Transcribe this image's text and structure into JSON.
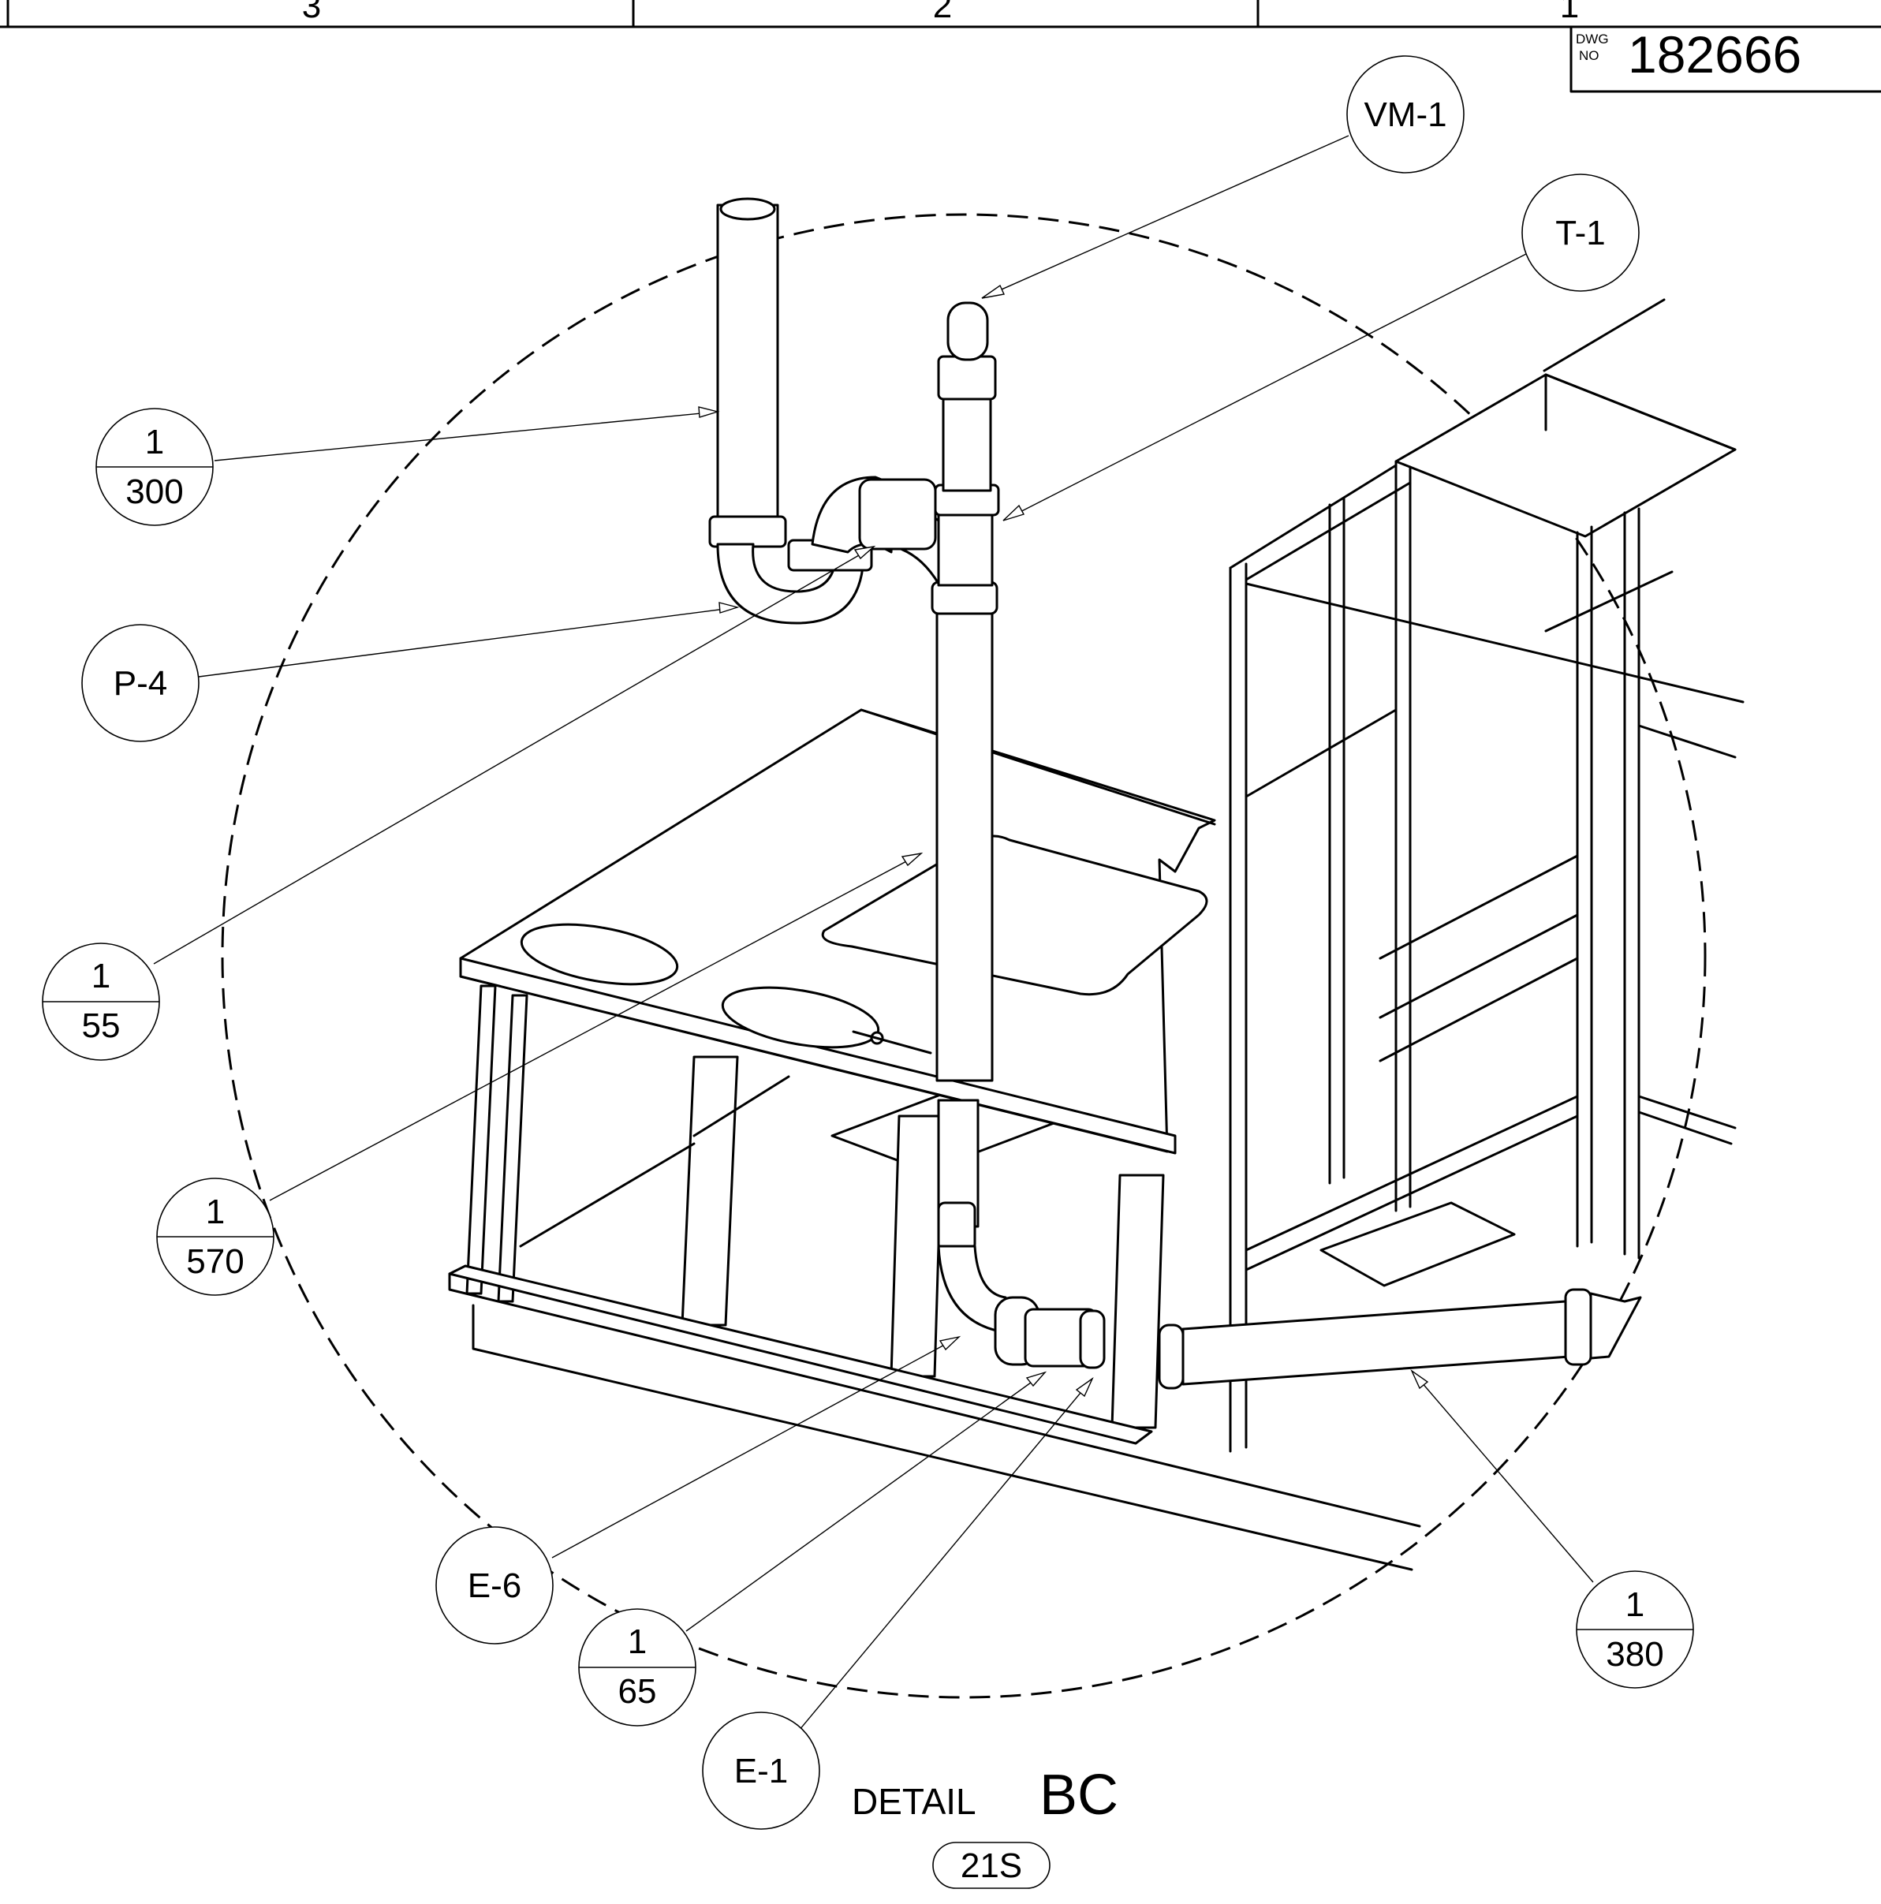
{
  "title_block": {
    "zone_labels": [
      "3",
      "2",
      "1"
    ],
    "dwg_label_top": "DWG",
    "dwg_label_bottom": "NO",
    "dwg_number": "182666"
  },
  "detail": {
    "label_word": "DETAIL",
    "label_id": "BC",
    "sheet_ref": "21S"
  },
  "callouts": {
    "vm1": "VM-1",
    "t1": "T-1",
    "p4": "P-4",
    "e6": "E-6",
    "e1": "E-1",
    "fr300": {
      "num": "1",
      "den": "300"
    },
    "fr55": {
      "num": "1",
      "den": "55"
    },
    "fr570": {
      "num": "1",
      "den": "570"
    },
    "fr65": {
      "num": "1",
      "den": "65"
    },
    "fr380": {
      "num": "1",
      "den": "380"
    }
  }
}
